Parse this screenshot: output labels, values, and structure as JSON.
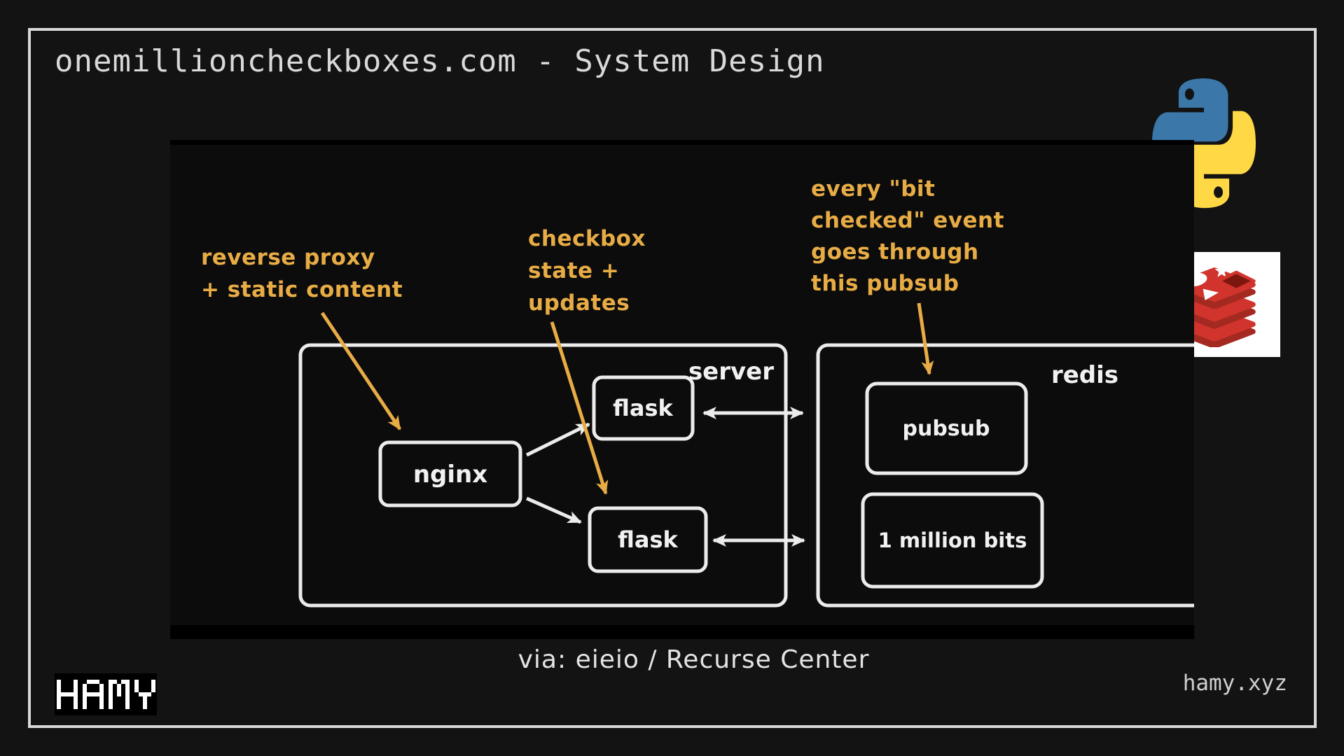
{
  "page": {
    "title": "onemillioncheckboxes.com - System Design",
    "credit": "via: eieio / Recurse Center"
  },
  "footer": {
    "hamy_logo": "HAMY",
    "site": "hamy.xyz"
  },
  "diagram": {
    "server": {
      "label": "server"
    },
    "redis_group": {
      "label": "redis"
    },
    "nginx": {
      "label": "nginx"
    },
    "flask_top": {
      "label": "flask"
    },
    "flask_bottom": {
      "label": "flask"
    },
    "pubsub": {
      "label": "pubsub"
    },
    "bits": {
      "label": "1 million bits"
    },
    "annotations": {
      "reverse_proxy": "reverse proxy\n+ static content",
      "checkbox_state": "checkbox\nstate +\nupdates",
      "pubsub_event": "every \"bit\nchecked\" event\ngoes through\nthis pubsub"
    },
    "icons": [
      "python-logo",
      "redis-logo"
    ]
  },
  "colors": {
    "background": "#131313",
    "frame_border": "#d8d8d8",
    "annotation_orange": "#E8AC45",
    "diagram_stroke": "#ececec",
    "python_blue": "#3B77A8",
    "python_yellow": "#FFD845",
    "redis_red": "#D0342C",
    "redis_dark_red": "#A42A21"
  }
}
